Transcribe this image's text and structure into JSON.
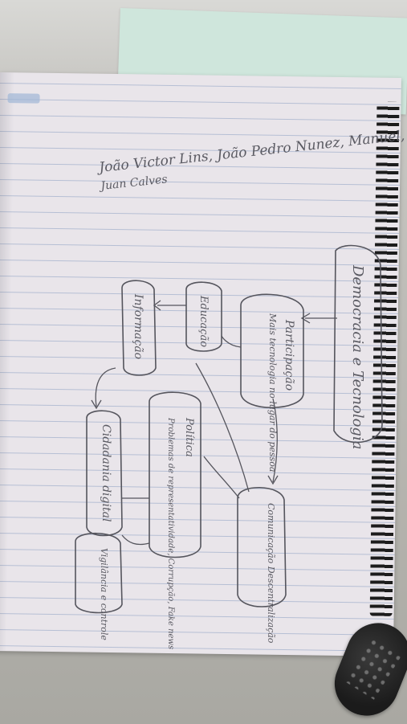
{
  "authors": {
    "line1": "João Victor Lins, João Pedro Nunez, Manuel,",
    "line2": "Juan Calves"
  },
  "nodes": {
    "central": "Democracia e Tecnologia",
    "participacao": "Participação",
    "participacao_note": "Mais tecnologia no lugar do pessoa",
    "educacao": "Educação",
    "informacao": "Informação",
    "politica": "Política",
    "politica_note": "Problemas de representatividade, Corrupção, Fake news",
    "comunicacao": "Comunicação Descentralização",
    "cidadania": "Cidadania digital",
    "vigilancia": "Vigilância e controle"
  }
}
